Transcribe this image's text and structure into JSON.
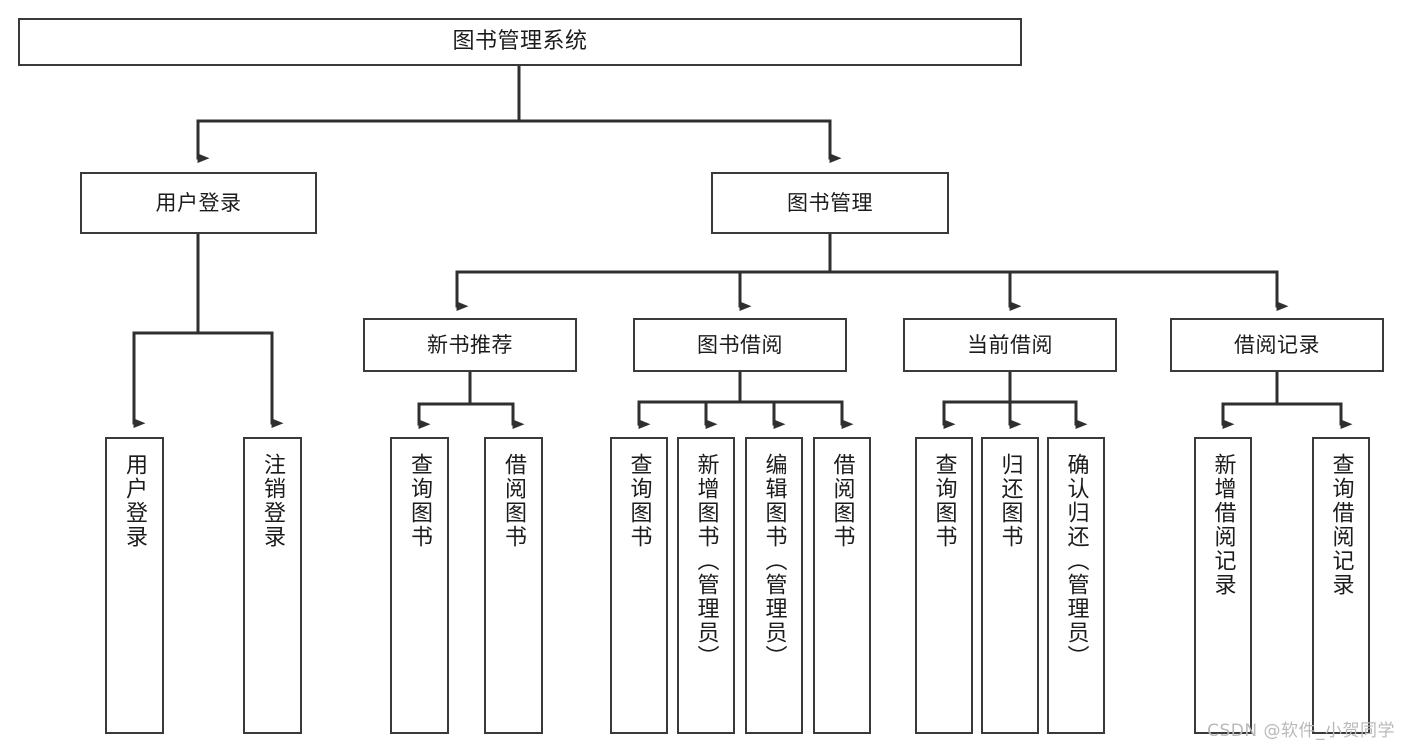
{
  "diagram": {
    "title": "图书管理系统",
    "type": "tree",
    "watermark": "CSDN @软件_小贺同学",
    "colors": {
      "box_border": "#3a3a3a",
      "box_fill": "#ffffff",
      "connector": "#2f2f2f",
      "text": "#1c1c1c",
      "watermark": "#b9b9b9",
      "background": "#ffffff"
    },
    "nodes": {
      "root": {
        "label": "图书管理系统"
      },
      "level2": [
        {
          "id": "user-login",
          "label": "用户登录"
        },
        {
          "id": "book-management",
          "label": "图书管理"
        }
      ],
      "level3": [
        {
          "id": "new-book-recommend",
          "label": "新书推荐"
        },
        {
          "id": "book-borrow",
          "label": "图书借阅"
        },
        {
          "id": "current-borrow",
          "label": "当前借阅"
        },
        {
          "id": "borrow-record",
          "label": "借阅记录"
        }
      ],
      "leaves": {
        "user_login": [
          {
            "id": "leaf-user-login",
            "label": "用户登录"
          },
          {
            "id": "leaf-logout",
            "label": "注销登录"
          }
        ],
        "new_book_recommend": [
          {
            "id": "leaf-query-book-1",
            "label": "查询图书"
          },
          {
            "id": "leaf-borrow-book-1",
            "label": "借阅图书"
          }
        ],
        "book_borrow": [
          {
            "id": "leaf-query-book-2",
            "label": "查询图书"
          },
          {
            "id": "leaf-add-book",
            "label": "新增图书（管理员）"
          },
          {
            "id": "leaf-edit-book",
            "label": "编辑图书（管理员）"
          },
          {
            "id": "leaf-borrow-book-2",
            "label": "借阅图书"
          }
        ],
        "current_borrow": [
          {
            "id": "leaf-query-book-3",
            "label": "查询图书"
          },
          {
            "id": "leaf-return-book",
            "label": "归还图书"
          },
          {
            "id": "leaf-confirm-return",
            "label": "确认归还（管理员）"
          }
        ],
        "borrow_record": [
          {
            "id": "leaf-add-record",
            "label": "新增借阅记录"
          },
          {
            "id": "leaf-query-record",
            "label": "查询借阅记录"
          }
        ]
      }
    }
  }
}
